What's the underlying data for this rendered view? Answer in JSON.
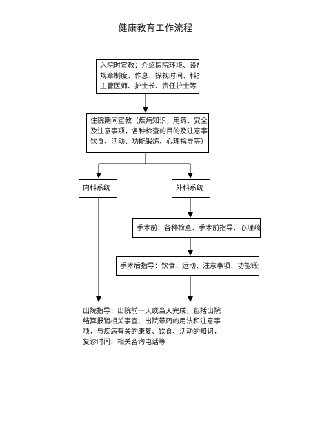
{
  "title": "健康教育工作流程",
  "boxes": {
    "admission": [
      "入院时宣教：介绍医院环境、设施、",
      "规章制度、作息、探视时间、科主任、",
      "主管医师、护士长、责任护士等"
    ],
    "inpatient": [
      "住院期间宣教（疾病知识，用药、安全指导",
      "及注意事项，各种检查的目的及注意事项、",
      "饮食、活动、功能锻炼、心理指导等）"
    ],
    "internal": [
      "内科系统"
    ],
    "surgical": [
      "外科系统"
    ],
    "preop": [
      "手术前：各种检查、手术前指导、心理疏导等"
    ],
    "postop": [
      "手术后指导：饮食、运动、注意事项、功能锻炼等"
    ],
    "discharge": [
      "出院指导：出院前一天或当天完成，包括出院",
      "结算报销相关事宜、出院带药的用法和注意事",
      "项，与疾病有关的康复、饮食、活动的知识，",
      "复诊时间、相关咨询电话等"
    ]
  }
}
